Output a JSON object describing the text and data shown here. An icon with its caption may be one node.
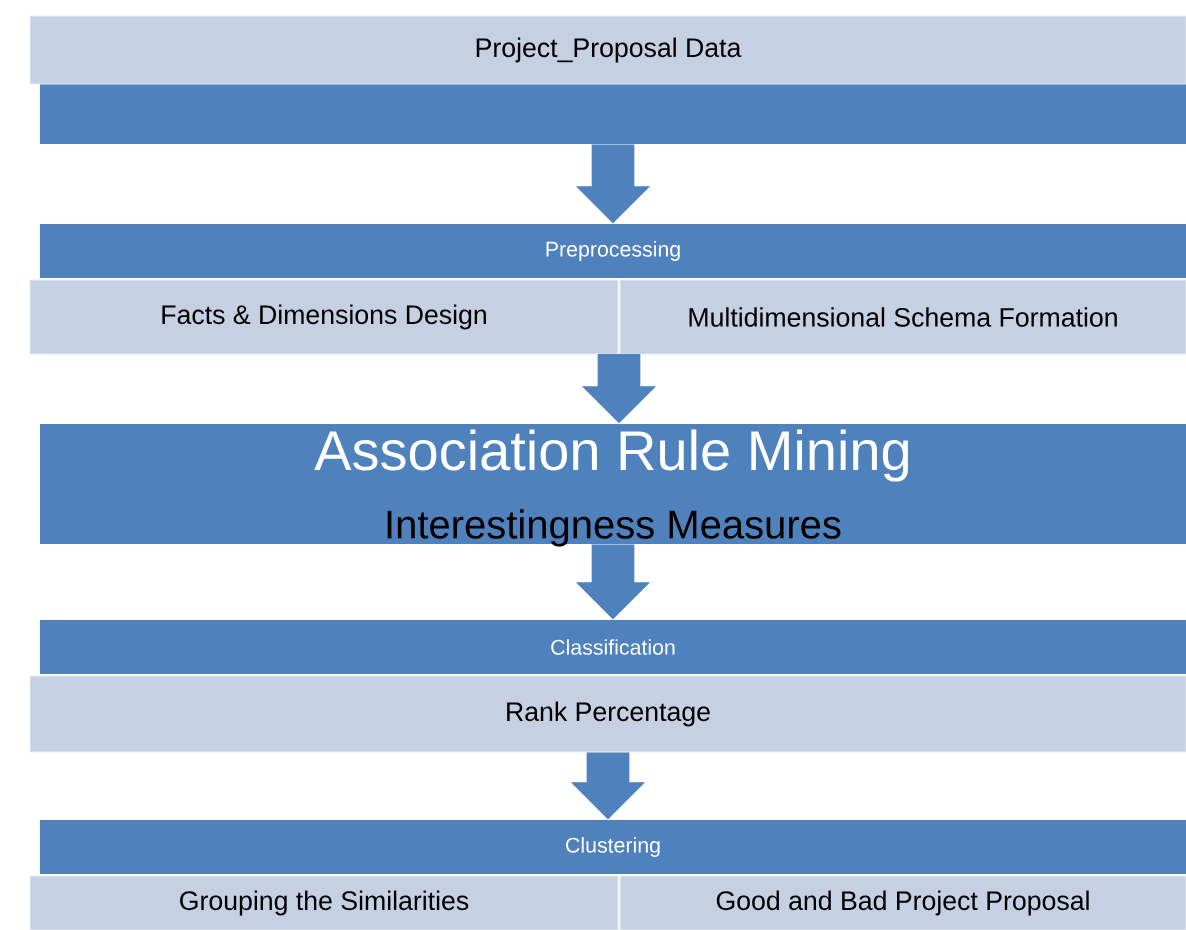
{
  "diagram": {
    "nodes": [
      {
        "text": [],
        "shape": "bar"
      },
      {
        "text": [
          "Project_Proposal Data"
        ]
      },
      {
        "text": [
          "Preprocessing"
        ]
      },
      {
        "text": [
          "Facts & Dimensions Design"
        ]
      },
      {
        "text": [
          "Multidimensional Schema Formation"
        ]
      },
      {
        "text": [
          "Association Rule Mining",
          "Interestingness Measures"
        ]
      },
      {
        "text": [
          "Classification"
        ]
      },
      {
        "text": [
          "Rank Percentage"
        ]
      },
      {
        "text": [
          "Clustering"
        ]
      },
      {
        "text": [
          "Grouping the Similarities"
        ]
      },
      {
        "text": [
          "Good and Bad Project Proposal"
        ]
      }
    ],
    "edges": [
      {
        "from": 0,
        "to": 2,
        "arrow": "to"
      },
      {
        "from": 3,
        "to": 5,
        "arrow": "to"
      },
      {
        "from": 4,
        "to": 5,
        "arrow": "to"
      },
      {
        "from": 5,
        "to": 6,
        "arrow": "to"
      },
      {
        "from": 7,
        "to": 8,
        "arrow": "to"
      }
    ]
  }
}
